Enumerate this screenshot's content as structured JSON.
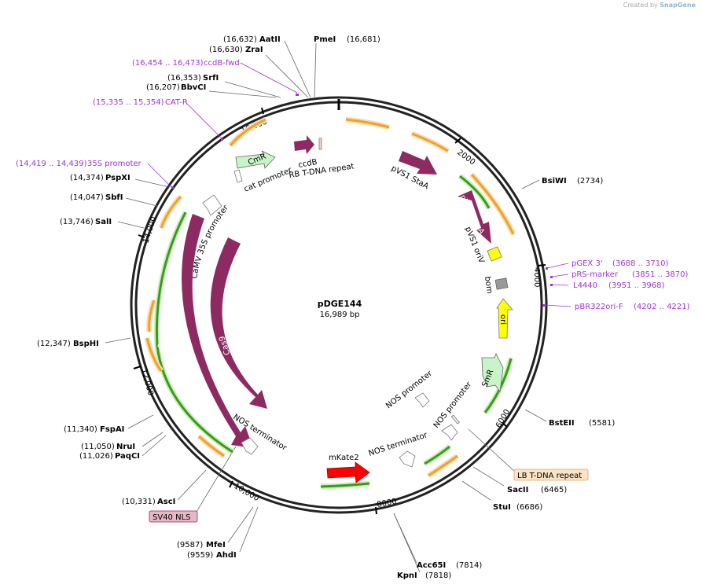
{
  "branding": {
    "prefix": "Created by",
    "name": "SnapGene"
  },
  "plasmid": {
    "name": "pDGE144",
    "length_label": "16,989 bp"
  },
  "ticks": [
    "2000",
    "4000",
    "6000",
    "8000",
    "10,000",
    "12,000",
    "14,000",
    "16,000"
  ],
  "enzymes": [
    {
      "name": "AatII",
      "pos": "(16,632)"
    },
    {
      "name": "ZraI",
      "pos": "(16,630)"
    },
    {
      "name": "PmeI",
      "pos": "(16,681)"
    },
    {
      "name": "SrfI",
      "pos": "(16,353)"
    },
    {
      "name": "BbvCI",
      "pos": "(16,207)"
    },
    {
      "name": "PspXI",
      "pos": "(14,374)"
    },
    {
      "name": "SbfI",
      "pos": "(14,047)"
    },
    {
      "name": "SalI",
      "pos": "(13,746)"
    },
    {
      "name": "BspHI",
      "pos": "(12,347)"
    },
    {
      "name": "FspAI",
      "pos": "(11,340)"
    },
    {
      "name": "NruI",
      "pos": "(11,050)"
    },
    {
      "name": "PaqCI",
      "pos": "(11,026)"
    },
    {
      "name": "AscI",
      "pos": "(10,331)"
    },
    {
      "name": "MfeI",
      "pos": "(9587)"
    },
    {
      "name": "AhdI",
      "pos": "(9559)"
    },
    {
      "name": "Acc65I",
      "pos": "(7814)"
    },
    {
      "name": "KpnI",
      "pos": "(7818)"
    },
    {
      "name": "StuI",
      "pos": "(6686)"
    },
    {
      "name": "SacII",
      "pos": "(6465)"
    },
    {
      "name": "BstEII",
      "pos": "(5581)"
    },
    {
      "name": "BsiWI",
      "pos": "(2734)"
    }
  ],
  "primers": [
    {
      "name": "ccdB-fwd",
      "pos": "(16,454 .. 16,473)"
    },
    {
      "name": "CAT-R",
      "pos": "(15,335 .. 15,354)"
    },
    {
      "name": "35S promoter",
      "pos": "(14,419 .. 14,439)"
    },
    {
      "name": "pGEX 3'",
      "pos": "(3688 .. 3710)"
    },
    {
      "name": "pRS-marker",
      "pos": "(3851 .. 3870)"
    },
    {
      "name": "L4440",
      "pos": "(3951 .. 3968)"
    },
    {
      "name": "pBR322ori-F",
      "pos": "(4202 .. 4221)"
    }
  ],
  "boxed_features": {
    "lb": "LB T-DNA repeat",
    "sv40": "SV40 NLS"
  },
  "features": {
    "cmr": "CmR",
    "cat_promoter": "cat promoter",
    "ccdb": "ccdB",
    "rb": "RB T-DNA repeat",
    "pvs1_staa": "pVS1 StaA",
    "pvs1_repa": "pVS1 RepA",
    "pvs1_oriv": "pVS1 oriV",
    "bom": "bom",
    "ori": "ori",
    "smr": "SmR",
    "nos_promoter_1": "NOS promoter",
    "nos_promoter_2": "NOS promoter",
    "nos_terminator_1": "NOS terminator",
    "nos_terminator_2": "NOS terminator",
    "mkate2": "mKate2",
    "camv": "CaMV 35S promoter",
    "cas9_outer": "Cas9",
    "cas9_inner": "Cas9"
  },
  "colors": {
    "backbone": "#222222",
    "cas9": "#8e2a62",
    "mkate2": "#ff0000",
    "cmr": "#c8f5c8",
    "smr": "#c8f5c8",
    "ori": "#ffff00",
    "oriv": "#ffff00",
    "bom": "#999999",
    "primer": "#a232d6",
    "orf_orange": "#f0a030",
    "orf_green": "#3a9a20",
    "lb_box": "#fde2c4",
    "sv40_box": "#e8b7c6"
  }
}
